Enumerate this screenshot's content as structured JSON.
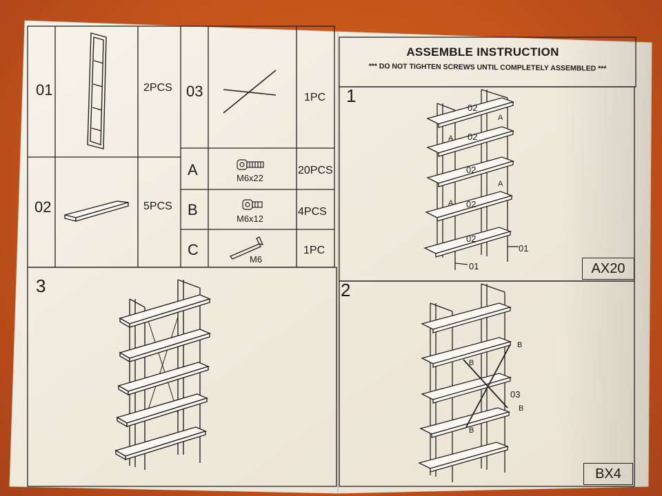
{
  "title": "ASSEMBLE INSTRUCTION",
  "warning": "*** DO NOT  TIGHTEN SCREWS UNTIL COMPLETELY ASSEMBLED ***",
  "parts": [
    {
      "no": "01",
      "qty": "2PCS"
    },
    {
      "no": "02",
      "qty": "5PCS"
    },
    {
      "no": "03",
      "qty": "1PC"
    }
  ],
  "hardware": [
    {
      "id": "A",
      "size": "M6x22",
      "qty": "20PCS"
    },
    {
      "id": "B",
      "size": "M6x12",
      "qty": "4PCS"
    },
    {
      "id": "C",
      "size": "M6",
      "qty": "1PC"
    }
  ],
  "steps": {
    "step1": {
      "number": "1",
      "code": "AX20",
      "shelf_label": "02",
      "frame_label": "01",
      "screw_label": "A"
    },
    "step2": {
      "number": "2",
      "code": "BX4",
      "brace_label": "03",
      "screw_label": "B"
    },
    "step3": {
      "number": "3"
    }
  },
  "colors": {
    "background": "#c3531a",
    "paper": "#f4efe6",
    "ink": "#1a1a1a"
  }
}
